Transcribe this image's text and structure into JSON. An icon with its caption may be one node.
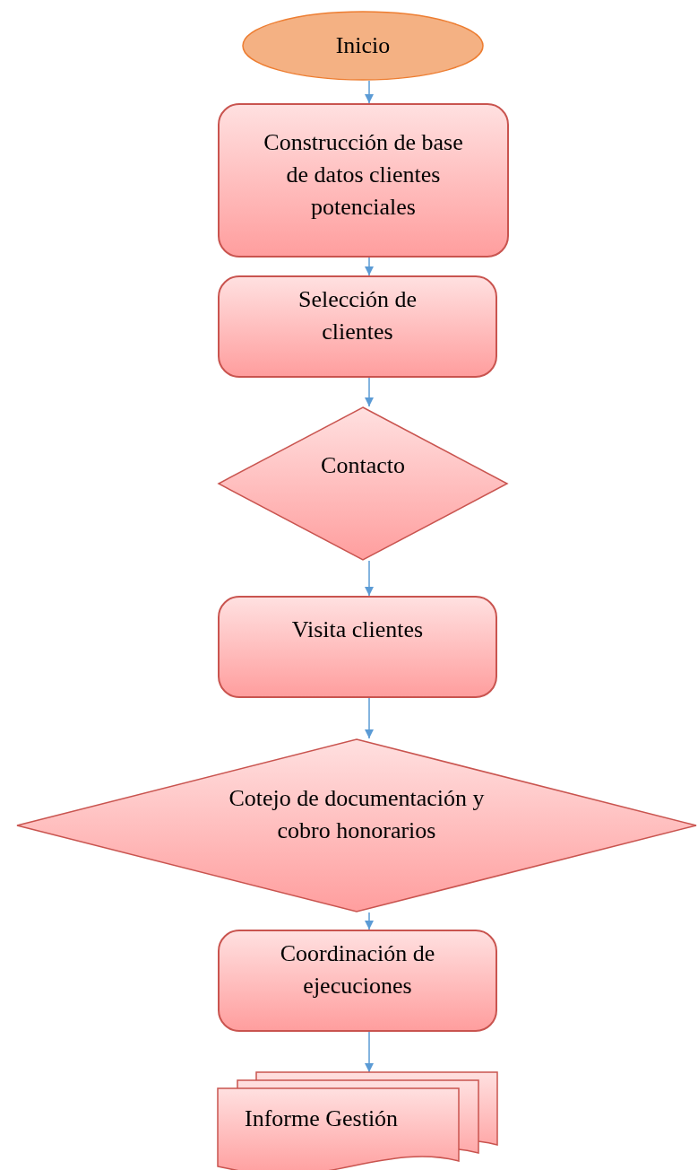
{
  "diagram": {
    "nodes": [
      {
        "text": [
          "Inicio"
        ]
      },
      {
        "text": [
          "Construcción de base de datos clientes potenciales"
        ]
      },
      {
        "text": [
          "Selección de clientes"
        ]
      },
      {
        "text": [
          "Contacto"
        ]
      },
      {
        "text": [
          "Visita clientes"
        ]
      },
      {
        "text": [
          "Cotejo de documentación y cobro honorarios"
        ]
      },
      {
        "text": [
          "Coordinación de ejecuciones"
        ]
      },
      {
        "text": [
          "Informe Gestión"
        ]
      }
    ],
    "edges": [
      {
        "from": 0,
        "to": 1,
        "arrow": "to"
      },
      {
        "from": 1,
        "to": 2,
        "arrow": "to"
      },
      {
        "from": 2,
        "to": 3,
        "arrow": "to"
      },
      {
        "from": 3,
        "to": 4,
        "arrow": "to"
      },
      {
        "from": 4,
        "to": 5,
        "arrow": "to"
      },
      {
        "from": 5,
        "to": 6,
        "arrow": "to"
      },
      {
        "from": 6,
        "to": 7,
        "arrow": "to"
      }
    ]
  }
}
